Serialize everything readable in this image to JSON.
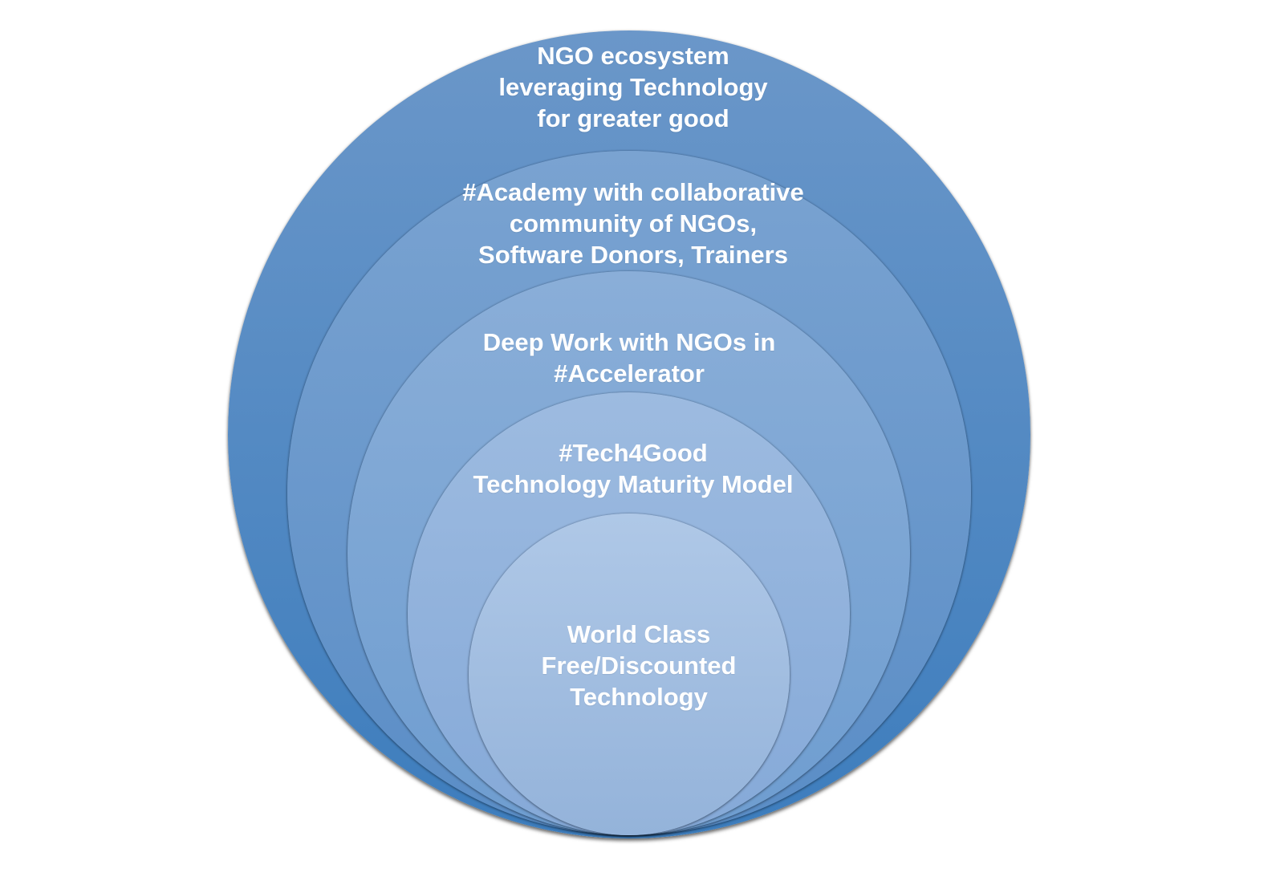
{
  "diagram": {
    "type": "nested-circles",
    "layers": [
      {
        "id": "ecosystem",
        "lines": [
          "NGO ecosystem",
          "leveraging Technology",
          "for greater good"
        ],
        "color_top": "#6b97c9",
        "color_bottom": "#3d7dbd"
      },
      {
        "id": "academy",
        "lines": [
          "#Academy with collaborative",
          "community of NGOs,",
          "Software Donors, Trainers"
        ],
        "color_top": "#7aa3d1",
        "color_bottom": "#5a8dc6"
      },
      {
        "id": "accelerator",
        "lines": [
          "Deep Work with NGOs in",
          "#Accelerator"
        ],
        "color_top": "#8aaed8",
        "color_bottom": "#6e9dd0"
      },
      {
        "id": "maturity-model",
        "lines": [
          "#Tech4Good",
          "Technology Maturity Model"
        ],
        "color_top": "#9dbbe0",
        "color_bottom": "#85a9d8"
      },
      {
        "id": "free-technology",
        "lines": [
          "World Class",
          "Free/Discounted",
          "Technology"
        ],
        "color_top": "#afc8e7",
        "color_bottom": "#94b3da"
      }
    ]
  }
}
